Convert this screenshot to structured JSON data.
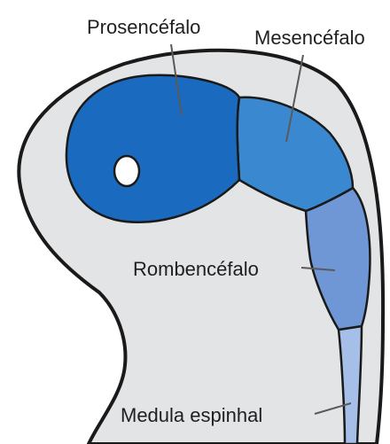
{
  "labels": {
    "prosencefalo": "Prosencéfalo",
    "mesencefalo": "Mesencéfalo",
    "rombencefalo": "Rombencéfalo",
    "medula": "Medula espinhal"
  },
  "colors": {
    "body": "#e3e4e6",
    "outline": "#1a1a1a",
    "prosencefalo": "#1a6bbf",
    "mesencefalo": "#3a89d0",
    "rombencefalo": "#6f97d6",
    "medula": "#a5bfe9",
    "leader": "#5a5a5a"
  }
}
